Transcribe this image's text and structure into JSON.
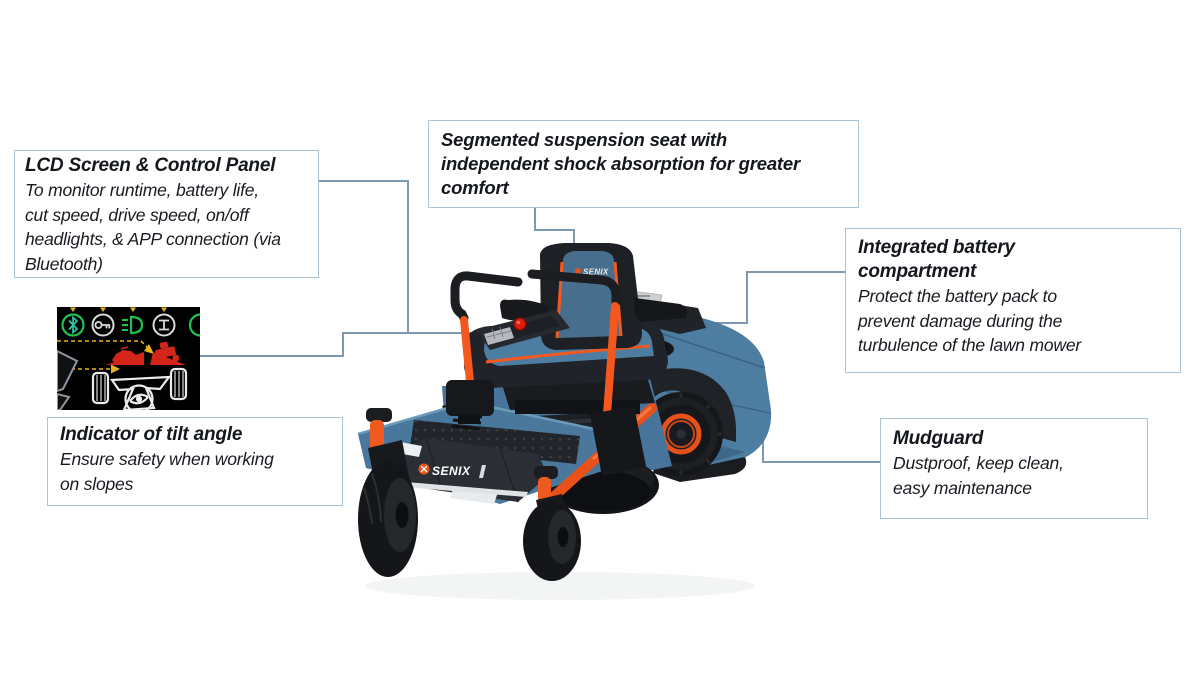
{
  "brand": "SENIX",
  "callouts": {
    "lcd": {
      "title": "LCD Screen & Control Panel",
      "body": "To monitor runtime, battery life,\ncut speed, drive speed, on/off\nheadlights, & APP connection (via\nBluetooth)"
    },
    "seat": {
      "title": "Segmented suspension seat with\nindependent shock absorption for greater\ncomfort"
    },
    "battery": {
      "title": "Integrated battery\ncompartment",
      "body": "Protect the battery pack to\nprevent damage during the\nturbulence of the lawn mower"
    },
    "tilt": {
      "title": "Indicator of tilt angle",
      "body": "Ensure safety when working\non slopes"
    },
    "mudguard": {
      "title": "Mudguard",
      "body": "Dustproof, keep clean,\neasy maintenance"
    }
  },
  "lcd_screen": {
    "icons": [
      "bluetooth-icon",
      "key-icon",
      "headlight-icon",
      "traction-lock-icon",
      "tilt-warning-left-icon",
      "tilt-warning-right-icon",
      "mower-rear-gauge-icon"
    ]
  },
  "colors": {
    "accent_orange": "#ef5a1e",
    "mower_blue": "#4d7da1",
    "connector_line": "#7d98b0",
    "box_border": "#abc3d6",
    "text": "#15181f",
    "lcd_green": "#1fc24e",
    "lcd_yellow": "#e7b41c",
    "lcd_red": "#d32619",
    "lcd_background": "#000000"
  }
}
